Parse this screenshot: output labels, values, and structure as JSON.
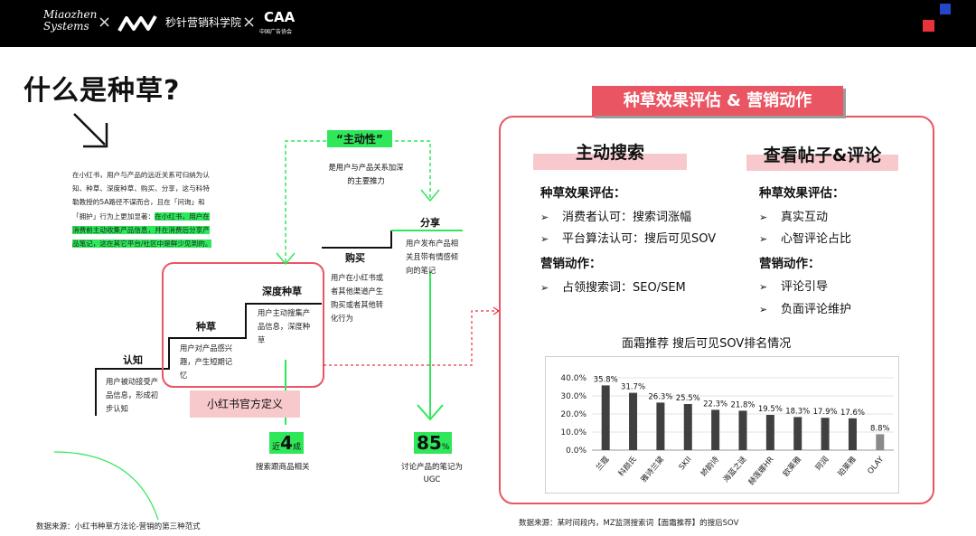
{
  "header": {
    "logo1_line1": "Miaozhen",
    "logo1_line2": "Systems",
    "cross": "×",
    "logo2_text": "秒针营销科学院",
    "logo3_text": "CAA",
    "logo3_sub": "中国广告协会",
    "colors": {
      "bar": "#000000",
      "accent_blue": "#2446c8",
      "accent_red": "#e8323c"
    }
  },
  "title": "什么是种草?",
  "intro": {
    "plain": "在小红书，用户与产品的远近关系可归纳为认知、种草、深度种草、购买、分享，这与科特勒教授的5A路径不谋而合，且在「问询」和「拥护」行为上更加显著：",
    "highlight": "在小红书，用户在消费前主动收集产品信息，并在消费后分享产品笔记，这在其它平台/社区中是鲜少见到的。"
  },
  "steps": {
    "cognition": {
      "title": "认知",
      "desc": "用户被动接受产品信息，形成初步认知"
    },
    "seed": {
      "title": "种草",
      "desc": "用户对产品感兴趣，产生短期记忆"
    },
    "deep_seed": {
      "title": "深度种草",
      "desc": "用户主动搜集产品信息，深度种草"
    },
    "purchase": {
      "title": "购买",
      "desc": "用户在小红书或者其他渠道产生购买或者其他转化行为"
    },
    "share": {
      "title": "分享",
      "desc": "用户发布产品相关且带有情感倾向的笔记"
    }
  },
  "initiative": {
    "label": "“主动性”",
    "desc": "是用户与产品关系加深的主要推力"
  },
  "definition": "小红书官方定义",
  "stats": {
    "left": {
      "prefix": "近",
      "value": "4",
      "suffix": "成",
      "label": "搜索跟商品相关"
    },
    "right": {
      "value": "85",
      "suffix": "%",
      "label": "讨论产品的笔记为UGC"
    }
  },
  "source_left": "数据来源：小红书种草方法论-营销的第三种范式",
  "source_right": "数据来源：某时间段内，MZ监测搜索词【面霜推荐】的搜后SOV",
  "panel": {
    "title": "种草效果评估 & 营销动作",
    "colors": {
      "accent": "#ea5563",
      "soft": "#f8c9cc"
    },
    "left": {
      "title": "主动搜索",
      "eval_head": "种草效果评估：",
      "eval_items": [
        "消费者认可：搜索词涨幅",
        "平台算法认可：搜后可见SOV"
      ],
      "action_head": "营销动作：",
      "action_items": [
        "占领搜索词：SEO/SEM"
      ]
    },
    "right": {
      "title": "查看帖子&评论",
      "eval_head": "种草效果评估：",
      "eval_items": [
        "真实互动",
        "心智评论占比"
      ],
      "action_head": "营销动作：",
      "action_items": [
        "评论引导",
        "负面评论维护"
      ]
    },
    "bullet": "➢"
  },
  "chart_title": "面霜推荐 搜后可见SOV排名情况",
  "chart_data": {
    "type": "bar",
    "categories": [
      "兰蔻",
      "科颜氏",
      "雅诗兰黛",
      "SKII",
      "娇韵诗",
      "海蓝之谜",
      "赫莲娜HR",
      "欧莱雅",
      "珂润",
      "珀莱雅",
      "OLAY"
    ],
    "values": [
      35.8,
      31.7,
      26.3,
      25.5,
      22.3,
      21.8,
      19.5,
      18.3,
      17.9,
      17.6,
      8.8
    ],
    "value_labels": [
      "35.8%",
      "31.7%",
      "26.3%",
      "25.5%",
      "22.3%",
      "21.8%",
      "19.5%",
      "18.3%",
      "17.9%",
      "17.6%",
      "8.8%"
    ],
    "y_ticks": [
      "0.0%",
      "10.0%",
      "20.0%",
      "30.0%",
      "40.0%"
    ],
    "ylim": [
      0,
      40
    ],
    "grid": true,
    "colors": {
      "bar": "#404040",
      "last_bar": "#8a8a8a"
    }
  }
}
